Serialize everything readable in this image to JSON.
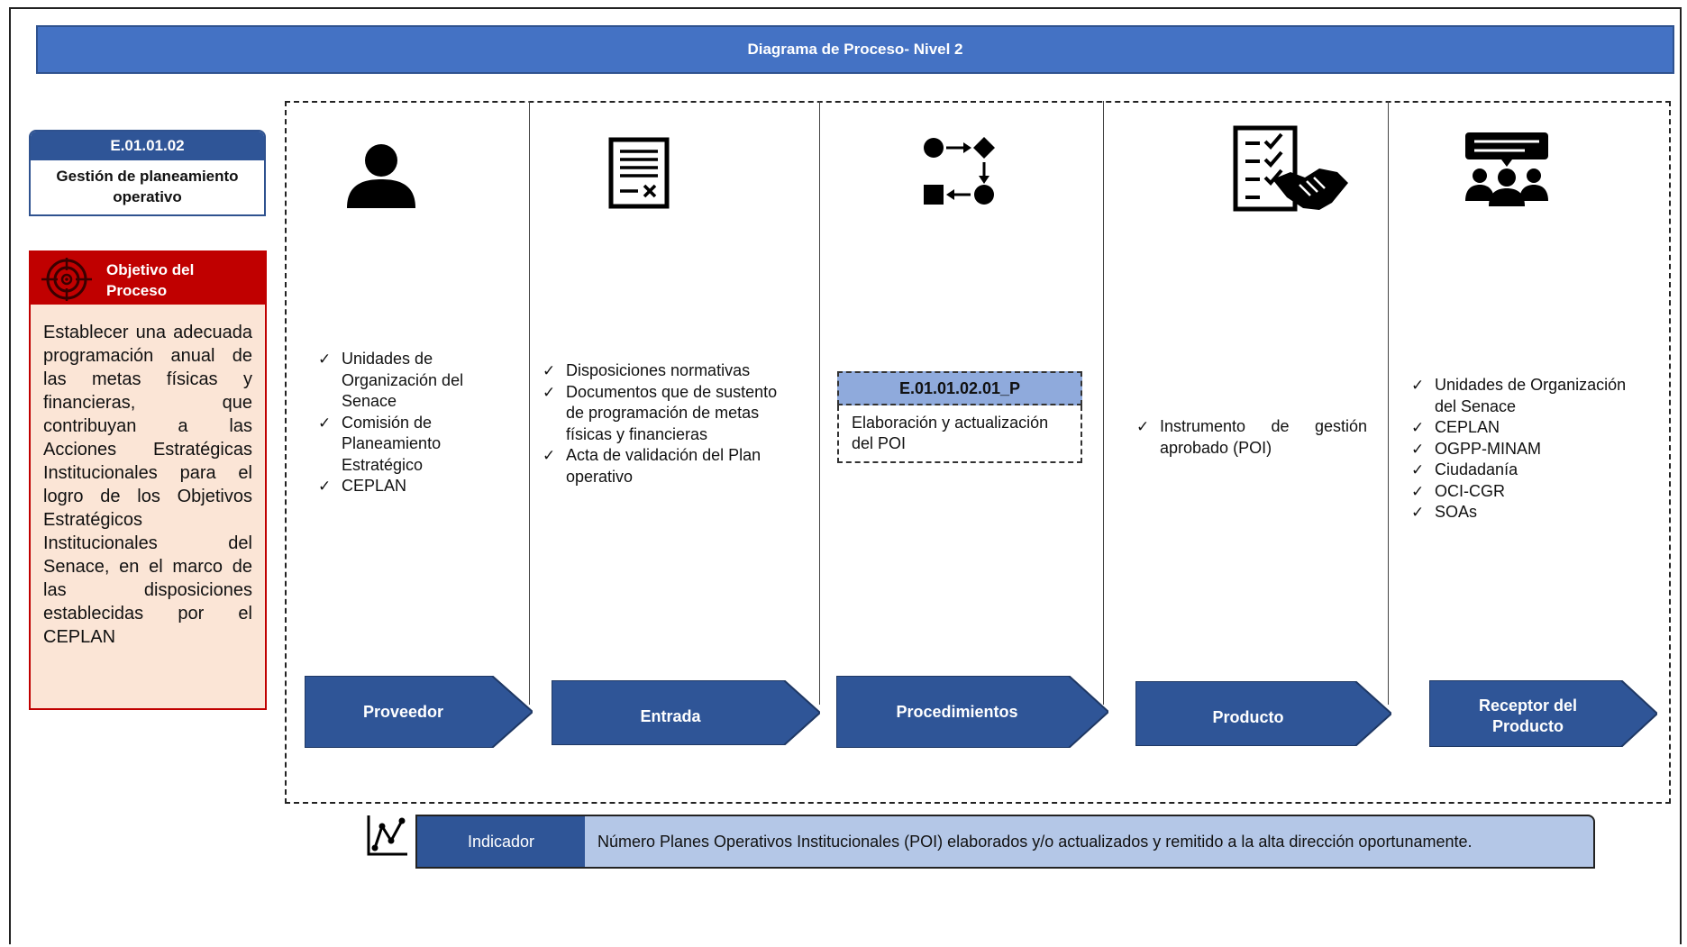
{
  "header": {
    "title": "Diagrama de Proceso- Nivel  2"
  },
  "process": {
    "code": "E.01.01.02",
    "name": "Gestión de planeamiento operativo"
  },
  "objective": {
    "title": "Objetivo del Proceso",
    "text": "Establecer una adecuada programación anual de las metas físicas y financieras, que contribuyan a las Acciones Estratégicas Institucionales para el logro de los Objetivos Estratégicos Institucionales del Senace, en el marco de las disposiciones establecidas por el CEPLAN",
    "icon": "target-icon",
    "color": "#c00000"
  },
  "columns": [
    {
      "label": "Proveedor",
      "icon": "person-icon",
      "items": [
        "Unidades de Organización del Senace",
        "Comisión de Planeamiento Estratégico",
        "CEPLAN"
      ]
    },
    {
      "label": "Entrada",
      "icon": "document-icon",
      "items": [
        "Disposiciones normativas",
        "Documentos que de sustento de programación de metas físicas y financieras",
        "Acta de validación del Plan operativo"
      ]
    },
    {
      "label": "Procedimientos",
      "icon": "flow-icon",
      "procedure": {
        "code": "E.01.01.02.01_P",
        "name": "Elaboración y actualización del POI"
      }
    },
    {
      "label": "Producto",
      "icon": "checklist-handshake-icon",
      "items": [
        "Instrumento de gestión aprobado (POI)"
      ]
    },
    {
      "label": "Receptor del Producto",
      "icon": "audience-icon",
      "items": [
        "Unidades de Organización del Senace",
        "CEPLAN",
        "OGPP-MINAM",
        "Ciudadanía",
        "OCI-CGR",
        "SOAs"
      ]
    }
  ],
  "indicator": {
    "label": "Indicador",
    "text": "Número Planes Operativos Institucionales (POI) elaborados y/o actualizados y remitido a la alta dirección oportunamente.",
    "icon": "line-chart-icon"
  },
  "colors": {
    "primary": "#2f5597",
    "title_bar": "#4472c4",
    "light_blue": "#b4c7e7",
    "objective_bg": "#fbe5d6"
  }
}
